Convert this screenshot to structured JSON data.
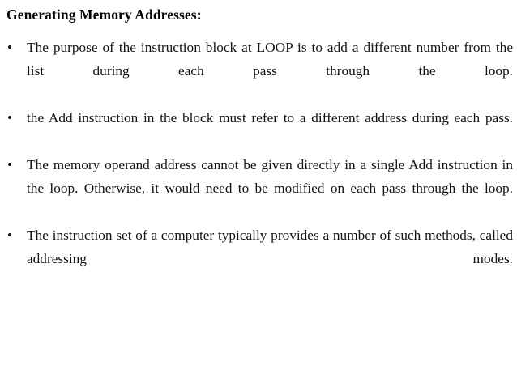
{
  "slide": {
    "title": "Generating Memory Addresses:",
    "bullet_marker": "•",
    "bullets": [
      {
        "text": "The purpose of the instruction block at LOOP is to add a different number from the list during each pass through the loop."
      },
      {
        "text": "the Add instruction in the block must refer to a different address during each pass."
      },
      {
        "text": "The memory operand address cannot be given directly in a single Add instruction in the loop. Otherwise, it would need to be modified on each pass through the loop."
      },
      {
        "text": "The instruction set of a computer typically provides a number of such methods, called addressing modes."
      }
    ]
  },
  "colors": {
    "background": "#ffffff",
    "text": "#141414",
    "title": "#000000"
  }
}
